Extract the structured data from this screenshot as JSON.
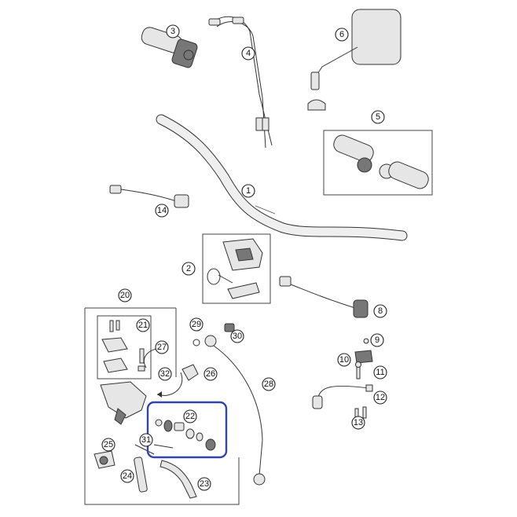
{
  "highlight_color": "#3344aa",
  "callouts": {
    "c1": "1",
    "c2": "2",
    "c3": "3",
    "c4": "4",
    "c5": "5",
    "c6": "6",
    "c8": "8",
    "c9": "9",
    "c10": "10",
    "c11": "11",
    "c12": "12",
    "c13": "13",
    "c14": "14",
    "c20": "20",
    "c21": "21",
    "c22": "22",
    "c23": "23",
    "c24": "24",
    "c25": "25",
    "c26": "26",
    "c27": "27",
    "c28": "28",
    "c29": "29",
    "c30": "30",
    "c31": "31",
    "c32": "32"
  }
}
